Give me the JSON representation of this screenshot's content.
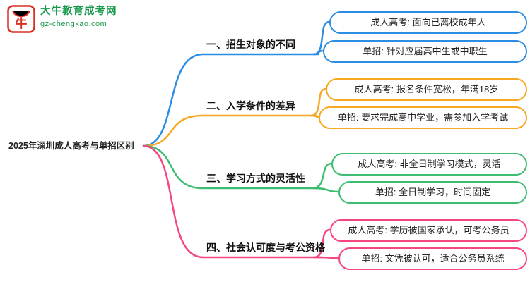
{
  "logo": {
    "title": "大牛教育成考网",
    "subtitle": "gz-chengkao.com",
    "brand_color": "#18984b",
    "icon_color": "#d93025",
    "icon_char": "牛"
  },
  "root": {
    "label": "2025年深圳成人高考与单招区别"
  },
  "branches": [
    {
      "label": "一、招生对象的不同",
      "color": "#2b8de3",
      "leaves": [
        "成人高考: 面向已离校成年人",
        "单招: 针对应届高中生或中职生"
      ]
    },
    {
      "label": "二、入学条件的差异",
      "color": "#f7a823",
      "leaves": [
        "成人高考: 报名条件宽松，年满18岁",
        "单招: 要求完成高中学业，需参加入学考试"
      ]
    },
    {
      "label": "三、学习方式的灵活性",
      "color": "#3dbd72",
      "leaves": [
        "成人高考: 非全日制学习模式，灵活",
        "单招: 全日制学习，时间固定"
      ]
    },
    {
      "label": "四、社会认可度与考公资格",
      "color": "#f5477e",
      "leaves": [
        "成人高考: 学历被国家承认，可考公务员",
        "单招: 文凭被认可，适合公务员系统"
      ]
    }
  ]
}
